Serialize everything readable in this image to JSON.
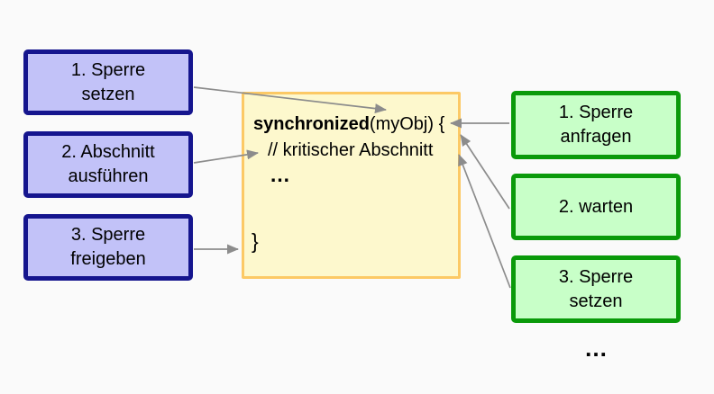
{
  "colors": {
    "background": "#fafafa",
    "left_box_fill": "#c2c2f8",
    "left_box_border": "#15158e",
    "right_box_fill": "#c8ffc8",
    "right_box_border": "#0a9a0a",
    "code_box_fill": "#fdf8cd",
    "code_box_border": "#fcc965",
    "arrow": "#8c8c8c",
    "text": "#000000"
  },
  "left_column": {
    "boxes": [
      {
        "lines": [
          "1. Sperre",
          "setzen"
        ]
      },
      {
        "lines": [
          "2. Abschnitt",
          "ausführen"
        ]
      },
      {
        "lines": [
          "3. Sperre",
          "freigeben"
        ]
      }
    ]
  },
  "code_box": {
    "keyword": "synchronized",
    "signature": "(myObj) {",
    "comment": "// kritischer Abschnitt",
    "ellipsis": "…",
    "closing_brace": "}"
  },
  "right_column": {
    "boxes": [
      {
        "lines": [
          "1. Sperre",
          "anfragen"
        ]
      },
      {
        "lines": [
          "2. warten"
        ]
      },
      {
        "lines": [
          "3. Sperre",
          "setzen"
        ]
      }
    ],
    "ellipsis": "…"
  }
}
